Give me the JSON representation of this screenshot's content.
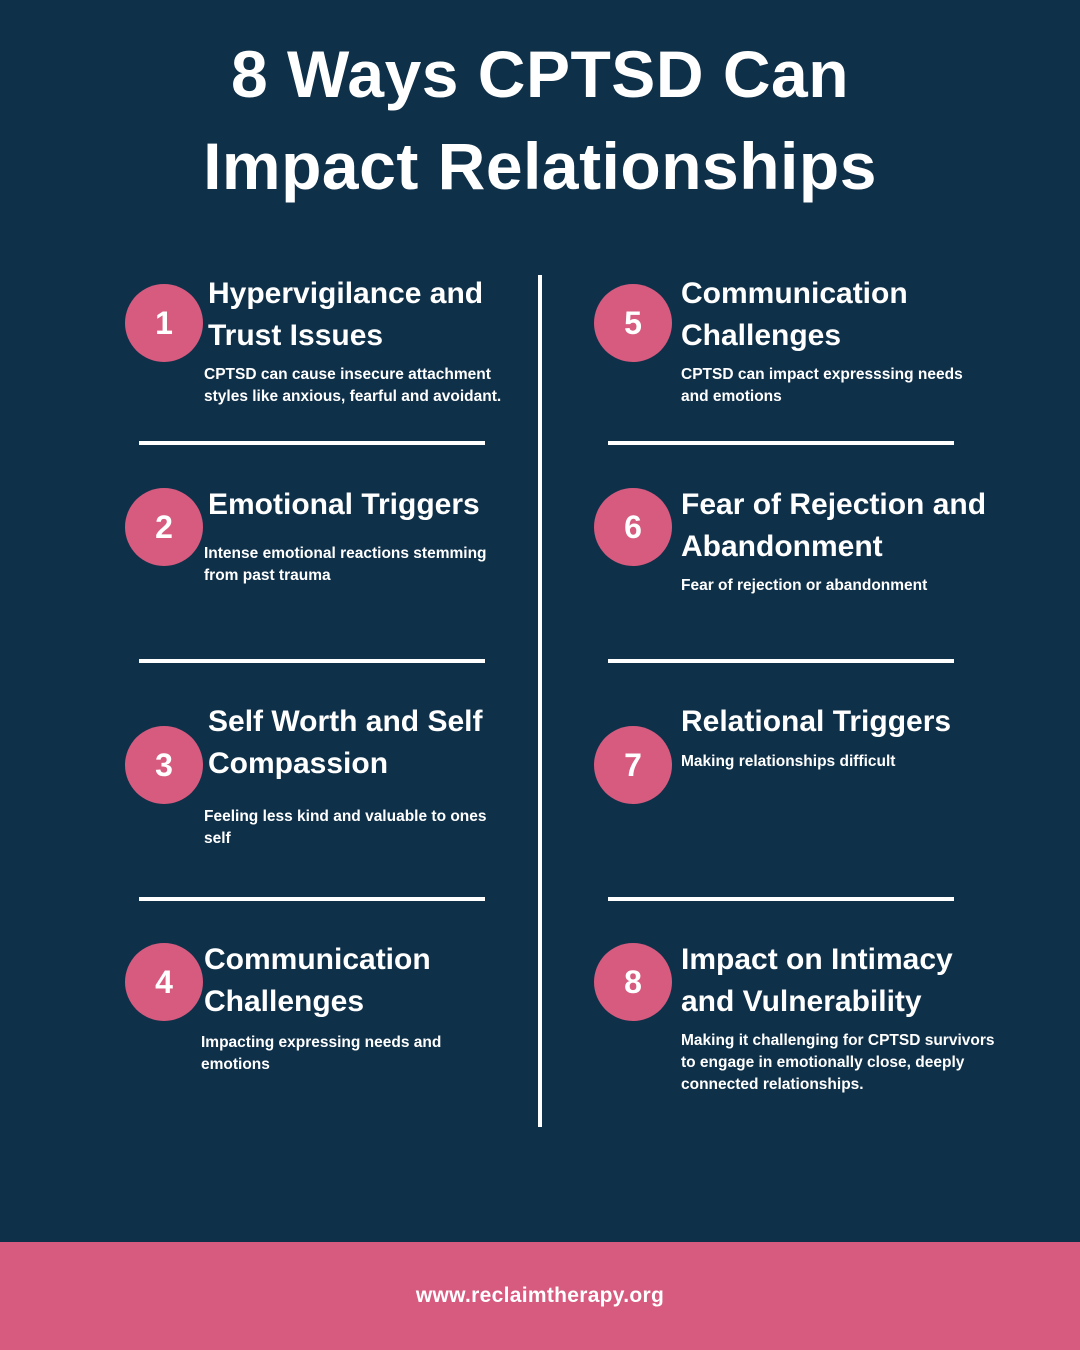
{
  "title": {
    "line1": "8 Ways CPTSD Can",
    "line2": "Impact Relationships"
  },
  "items": [
    {
      "number": "1",
      "heading_line1": "Hypervigilance and",
      "heading_line2": "Trust Issues",
      "description": "CPTSD can cause insecure attachment styles like anxious, fearful and avoidant."
    },
    {
      "number": "2",
      "heading_line1": "Emotional Triggers",
      "heading_line2": "",
      "description": "Intense emotional reactions stemming from past trauma"
    },
    {
      "number": "3",
      "heading_line1": "Self Worth and Self",
      "heading_line2": "Compassion",
      "description": "Feeling less kind and valuable to ones self"
    },
    {
      "number": "4",
      "heading_line1": "Communication",
      "heading_line2": "Challenges",
      "description": "Impacting expressing needs and emotions"
    },
    {
      "number": "5",
      "heading_line1": "Communication",
      "heading_line2": "Challenges",
      "description": "CPTSD can impact expresssing needs and emotions"
    },
    {
      "number": "6",
      "heading_line1": "Fear of Rejection and",
      "heading_line2": "Abandonment",
      "description": "Fear of rejection or abandonment"
    },
    {
      "number": "7",
      "heading_line1": "Relational Triggers",
      "heading_line2": "",
      "description": "Making relationships difficult"
    },
    {
      "number": "8",
      "heading_line1": "Impact on Intimacy",
      "heading_line2": "and Vulnerability",
      "description": "Making it challenging for CPTSD survivors to engage in emotionally close, deeply connected relationships."
    }
  ],
  "footer": {
    "url": "www.reclaimtherapy.org"
  },
  "colors": {
    "background": "#0f3049",
    "accent": "#d65b7f",
    "text": "#ffffff"
  }
}
